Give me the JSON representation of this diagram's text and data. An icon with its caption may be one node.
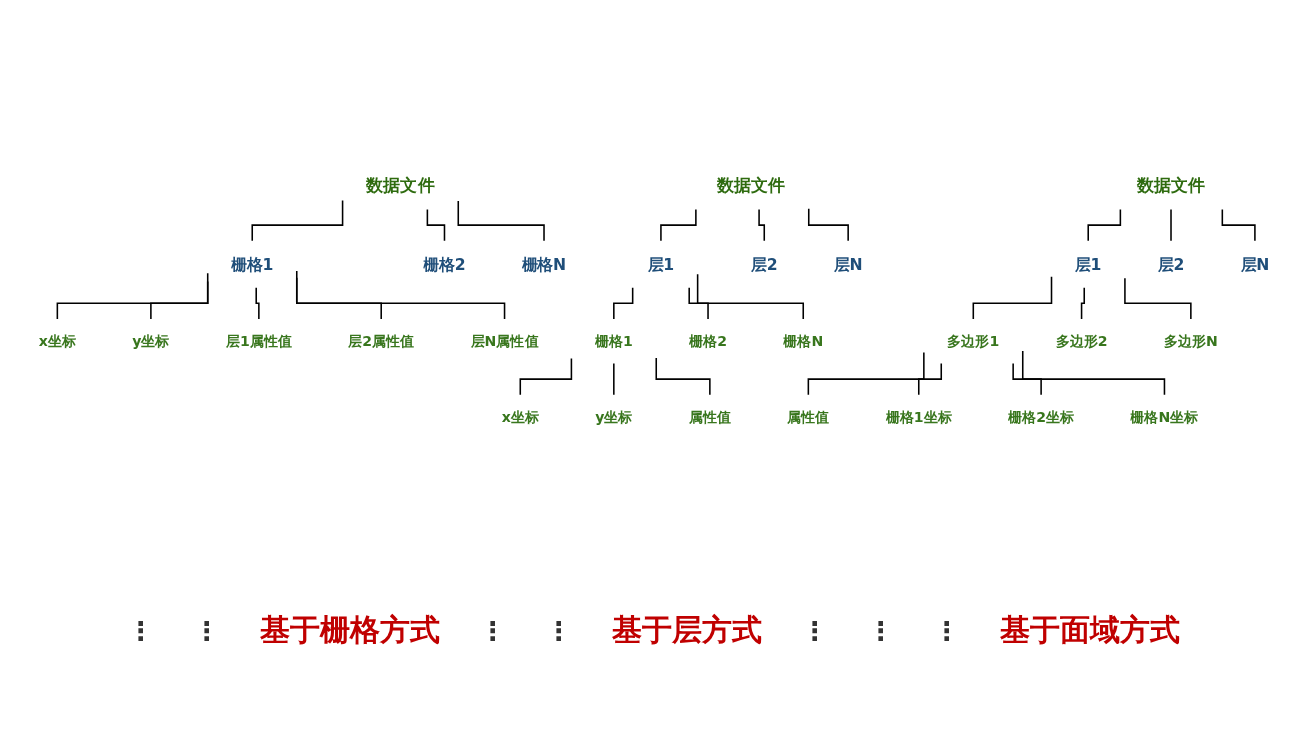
{
  "diagram": {
    "nodes": [
      {
        "text": [
          "数据文件"
        ]
      },
      {
        "text": [
          "栅格1"
        ]
      },
      {
        "text": [
          "x坐标"
        ]
      },
      {
        "text": [
          "y坐标"
        ]
      },
      {
        "text": [
          "层1属性值"
        ]
      },
      {
        "text": [
          "层2属性值"
        ]
      },
      {
        "text": [
          "层N属性值"
        ]
      },
      {
        "text": [
          "栅格2"
        ]
      },
      {
        "text": [
          "栅格N"
        ]
      },
      {
        "text": [
          "数据文件"
        ]
      },
      {
        "text": [
          "层1"
        ]
      },
      {
        "text": [
          "栅格1"
        ]
      },
      {
        "text": [
          "x坐标"
        ]
      },
      {
        "text": [
          "y坐标"
        ]
      },
      {
        "text": [
          "属性值"
        ]
      },
      {
        "text": [
          "栅格2"
        ]
      },
      {
        "text": [
          "栅格N"
        ]
      },
      {
        "text": [
          "层2"
        ]
      },
      {
        "text": [
          "层N"
        ]
      },
      {
        "text": [
          "数据文件"
        ]
      },
      {
        "text": [
          "层1"
        ]
      },
      {
        "text": [
          "多边形1"
        ]
      },
      {
        "text": [
          "属性值"
        ]
      },
      {
        "text": [
          "栅格1坐标"
        ]
      },
      {
        "text": [
          "栅格2坐标"
        ]
      },
      {
        "text": [
          "栅格N坐标"
        ]
      },
      {
        "text": [
          "多边形2"
        ]
      },
      {
        "text": [
          "多边形N"
        ]
      },
      {
        "text": [
          "层2"
        ]
      },
      {
        "text": [
          "层N"
        ]
      }
    ],
    "edges": [
      {
        "from": 0,
        "to": 1,
        "arrow": "none"
      },
      {
        "from": 1,
        "to": 2,
        "arrow": "none"
      },
      {
        "from": 1,
        "to": 3,
        "arrow": "none"
      },
      {
        "from": 1,
        "to": 4,
        "arrow": "none"
      },
      {
        "from": 1,
        "to": 5,
        "arrow": "none"
      },
      {
        "from": 1,
        "to": 6,
        "arrow": "none"
      },
      {
        "from": 0,
        "to": 7,
        "arrow": "none"
      },
      {
        "from": 0,
        "to": 8,
        "arrow": "none"
      },
      {
        "from": 9,
        "to": 10,
        "arrow": "none"
      },
      {
        "from": 10,
        "to": 11,
        "arrow": "none"
      },
      {
        "from": 11,
        "to": 12,
        "arrow": "none"
      },
      {
        "from": 11,
        "to": 13,
        "arrow": "none"
      },
      {
        "from": 11,
        "to": 14,
        "arrow": "none"
      },
      {
        "from": 10,
        "to": 15,
        "arrow": "none"
      },
      {
        "from": 10,
        "to": 16,
        "arrow": "none"
      },
      {
        "from": 9,
        "to": 17,
        "arrow": "none"
      },
      {
        "from": 9,
        "to": 18,
        "arrow": "none"
      },
      {
        "from": 19,
        "to": 20,
        "arrow": "none"
      },
      {
        "from": 20,
        "to": 21,
        "arrow": "none"
      },
      {
        "from": 21,
        "to": 22,
        "arrow": "none"
      },
      {
        "from": 21,
        "to": 23,
        "arrow": "none"
      },
      {
        "from": 21,
        "to": 24,
        "arrow": "none"
      },
      {
        "from": 21,
        "to": 25,
        "arrow": "none"
      },
      {
        "from": 20,
        "to": 26,
        "arrow": "none"
      },
      {
        "from": 20,
        "to": 27,
        "arrow": "none"
      },
      {
        "from": 19,
        "to": 28,
        "arrow": "none"
      },
      {
        "from": 19,
        "to": 29,
        "arrow": "none"
      }
    ],
    "labels": [
      "⋮",
      "⋮",
      "基于栅格方式",
      "⋮",
      "⋮",
      "基于层方式",
      "⋮",
      "⋮",
      "⋮",
      "基于面域方式"
    ]
  }
}
